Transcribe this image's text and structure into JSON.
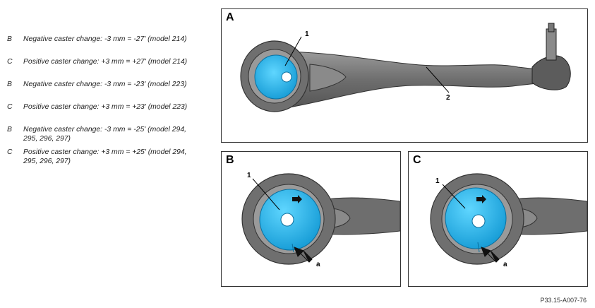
{
  "legend": [
    {
      "key": "B",
      "text": "Negative caster change: -3 mm = -27' (model 214)"
    },
    {
      "key": "C",
      "text": "Positive caster change: +3 mm = +27' (model 214)"
    },
    {
      "key": "B",
      "text": "Negative caster change: -3 mm = -23' (model 223)"
    },
    {
      "key": "C",
      "text": "Positive caster change: +3 mm = +23' (model 223)"
    },
    {
      "key": "B",
      "text": "Negative caster change: -3 mm = -25' (model 294, 295, 296, 297)"
    },
    {
      "key": "C",
      "text": "Positive caster change: +3 mm = +25' (model 294, 295, 296, 297)"
    }
  ],
  "panels": {
    "a": {
      "letter": "A",
      "callout_1": "1",
      "callout_2": "2"
    },
    "b": {
      "letter": "B",
      "callout_1": "1",
      "callout_a": "a"
    },
    "c": {
      "letter": "C",
      "callout_1": "1",
      "callout_a": "a"
    }
  },
  "figure_code": "P33.15-A007-76",
  "colors": {
    "bushing": "#29b6e8",
    "arm": "#7a7a7a",
    "arrow": "#111111"
  },
  "icons": {
    "bushing_arrow": "arrow-right-icon",
    "eccentric_arrow": "arrow-diagonal-icon"
  }
}
